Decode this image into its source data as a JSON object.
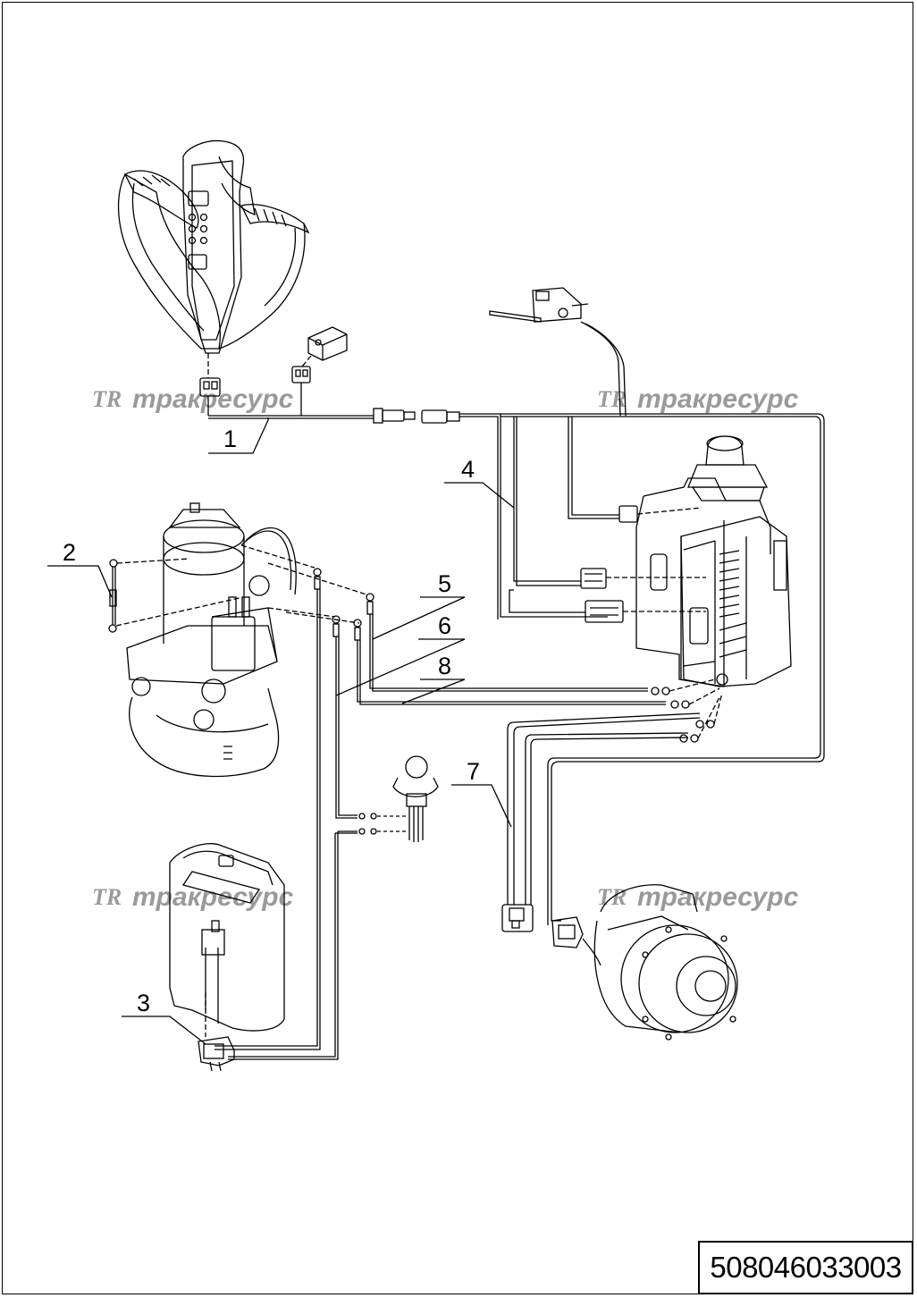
{
  "diagram": {
    "document_number": "508046033003",
    "watermark_text": "тракресурс",
    "watermark_logo": "TR",
    "part_labels": [
      "1",
      "2",
      "3",
      "4",
      "5",
      "6",
      "7",
      "8"
    ],
    "colors": {
      "line": "#000000",
      "watermark": "#9a9a9a",
      "background": "#ffffff"
    }
  }
}
